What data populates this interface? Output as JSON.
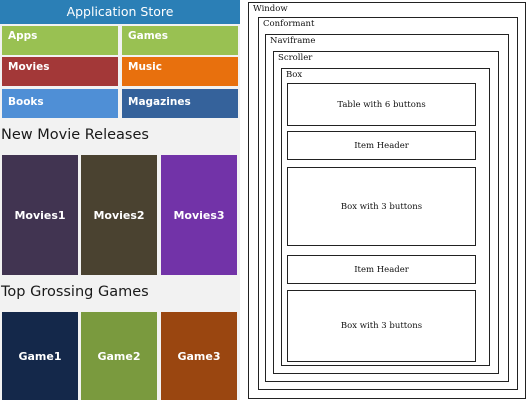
{
  "app": {
    "title": "Application Store",
    "categories": [
      {
        "label": "Apps",
        "color": "#99c152"
      },
      {
        "label": "Games",
        "color": "#99c152"
      },
      {
        "label": "Movies",
        "color": "#a33838"
      },
      {
        "label": "Music",
        "color": "#e8700d"
      },
      {
        "label": "Books",
        "color": "#4f8fd6"
      },
      {
        "label": "Magazines",
        "color": "#35629b"
      }
    ],
    "sections": [
      {
        "title": "New Movie Releases",
        "tiles": [
          {
            "label": "Movies1",
            "color": "#413451"
          },
          {
            "label": "Movies2",
            "color": "#4a4230"
          },
          {
            "label": "Movies3",
            "color": "#7233a8"
          }
        ]
      },
      {
        "title": "Top Grossing Games",
        "tiles": [
          {
            "label": "Game1",
            "color": "#14284a"
          },
          {
            "label": "Game2",
            "color": "#7a9a3e"
          },
          {
            "label": "Game3",
            "color": "#9a4610"
          }
        ]
      }
    ]
  },
  "diagram": {
    "window": "Window",
    "conformant": "Conformant",
    "naviframe": "Naviframe",
    "scroller": "Scroller",
    "box": "Box",
    "children": [
      "Table with 6 buttons",
      "Item Header",
      "Box with 3 buttons",
      "Item Header",
      "Box with 3 buttons"
    ]
  }
}
